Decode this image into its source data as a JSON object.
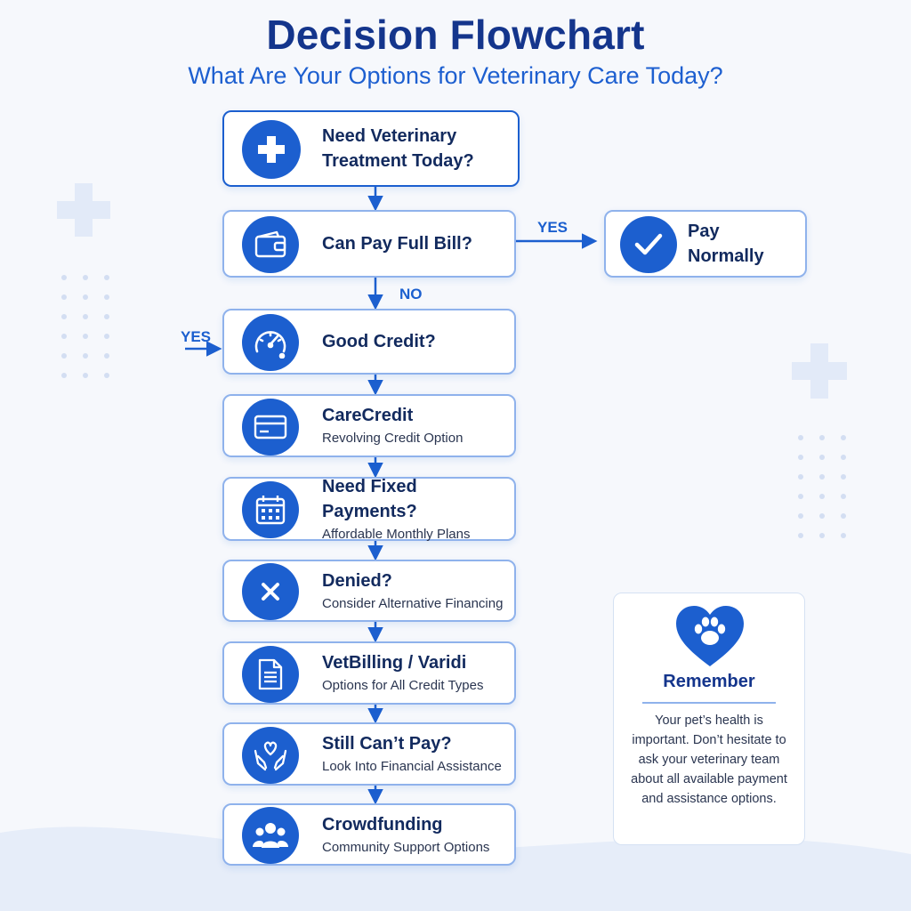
{
  "header": {
    "title": "Decision Flowchart",
    "subtitle": "What Are Your Options for Veterinary Care Today?"
  },
  "nodes": {
    "need_treatment": {
      "title_line1": "Need Veterinary",
      "title_line2": "Treatment Today?",
      "icon": "medical-cross-icon"
    },
    "can_pay": {
      "title": "Can Pay Full Bill?",
      "icon": "wallet-icon"
    },
    "pay_normally": {
      "title": "Pay Normally",
      "icon": "checkmark-icon"
    },
    "good_credit": {
      "title": "Good Credit?",
      "icon": "gauge-icon"
    },
    "care_credit": {
      "title": "CareCredit",
      "subtitle": "Revolving Credit Option",
      "icon": "credit-card-icon"
    },
    "fixed_payments": {
      "title": "Need Fixed Payments?",
      "subtitle": "Affordable Monthly Plans",
      "icon": "calendar-icon"
    },
    "denied": {
      "title": "Denied?",
      "subtitle": "Consider Alternative Financing",
      "icon": "close-icon"
    },
    "vetbilling": {
      "title": "VetBilling / Varidi",
      "subtitle": "Options for All Credit Types",
      "icon": "document-icon"
    },
    "still_cant_pay": {
      "title": "Still Can’t Pay?",
      "subtitle": "Look Into Financial Assistance",
      "icon": "heart-hands-icon"
    },
    "crowdfunding": {
      "title": "Crowdfunding",
      "subtitle": "Community Support Options",
      "icon": "people-icon"
    }
  },
  "edge_labels": {
    "yes_pay": "YES",
    "no_pay": "NO",
    "yes_credit": "YES"
  },
  "remember": {
    "icon": "paw-heart-icon",
    "title": "Remember",
    "text": "Your pet’s health is important. Don’t hesitate to ask your veterinary team about all available payment and assistance options."
  },
  "colors": {
    "primary": "#1c5fcf",
    "navy": "#14358c",
    "background": "#f6f8fc"
  }
}
